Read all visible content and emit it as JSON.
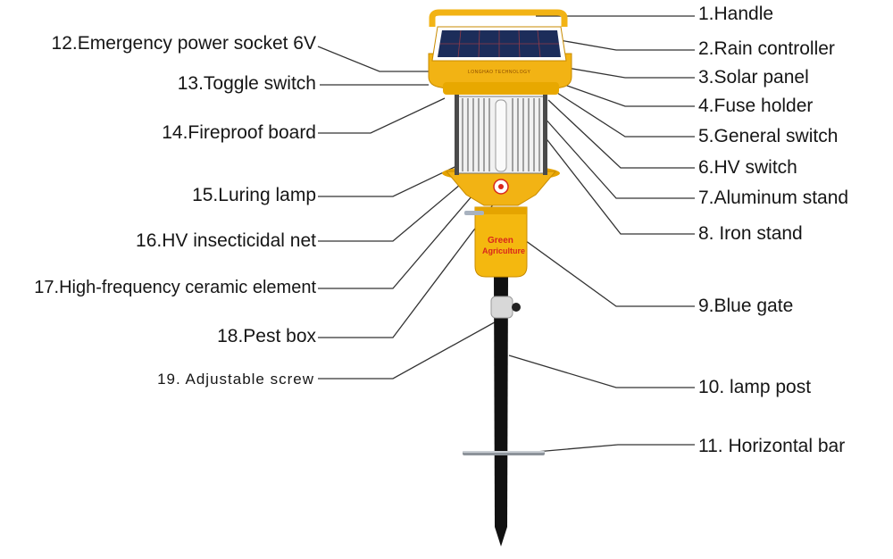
{
  "product": {
    "panel_brand": "LONGHAO TECHNOLOGY",
    "box_text_line1": "Green",
    "box_text_line2": "Agriculture"
  },
  "labels_right": [
    "1.Handle",
    "2.Rain controller",
    "3.Solar panel",
    "4.Fuse holder",
    "5.General switch",
    "6.HV switch",
    "7.Aluminum stand",
    "8. Iron stand",
    "9.Blue gate",
    "10. lamp post",
    "11. Horizontal bar"
  ],
  "labels_left": [
    "12.Emergency power socket 6V",
    "13.Toggle switch",
    "14.Fireproof board",
    "15.Luring lamp",
    "16.HV insecticidal net",
    "17.High-frequency ceramic element",
    "18.Pest box",
    "19. Adjustable screw"
  ],
  "colors": {
    "body_yellow": "#f2b314",
    "box_yellow": "#f4b80f",
    "box_text_red": "#d9261c",
    "panel_blue": "#1c2d5a",
    "post_black": "#111111",
    "leader_line": "#333333"
  }
}
